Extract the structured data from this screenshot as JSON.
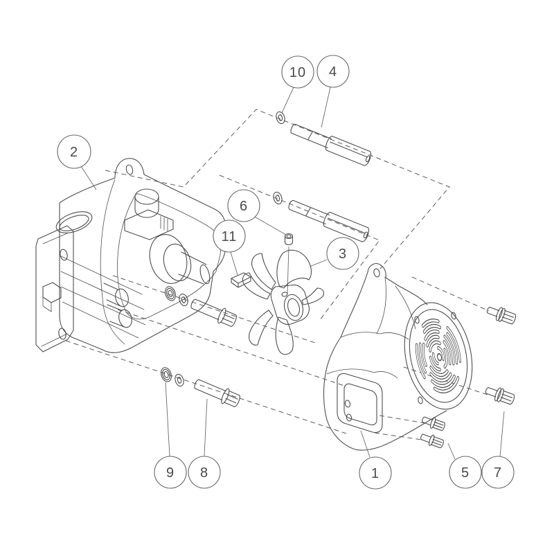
{
  "figure": {
    "kind": "exploded-parts-diagram",
    "background_color": "#ffffff",
    "line_color": "#4d4d4d",
    "dashed_line_color": "#5a5a5a"
  },
  "callouts": [
    {
      "label": "1"
    },
    {
      "label": "2"
    },
    {
      "label": "3"
    },
    {
      "label": "4"
    },
    {
      "label": "5"
    },
    {
      "label": "6"
    },
    {
      "label": "7"
    },
    {
      "label": "8"
    },
    {
      "label": "9"
    },
    {
      "label": "10"
    },
    {
      "label": "11"
    }
  ]
}
